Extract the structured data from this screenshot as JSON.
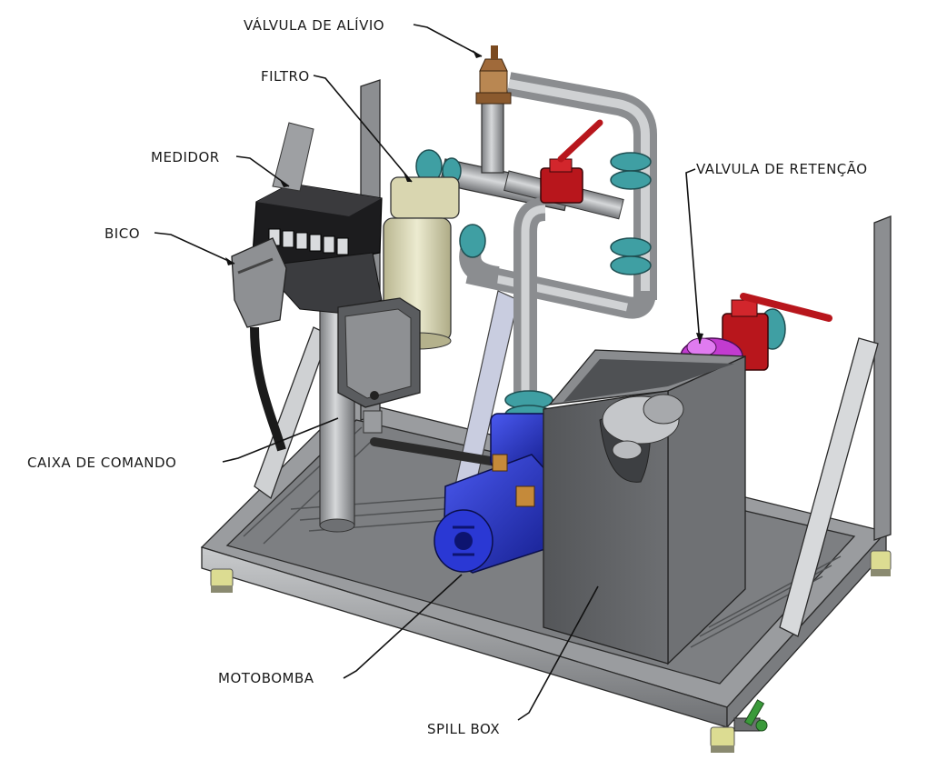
{
  "labels": {
    "valvula_alivio": "VÁLVULA DE ALÍVIO",
    "filtro": "FILTRO",
    "medidor": "MEDIDOR",
    "bico": "BICO",
    "valvula_retencao": "VALVULA DE RETENÇÃO",
    "caixa_comando": "CAIXA DE COMANDO",
    "motobomba": "MOTOBOMBA",
    "spill_box": "SPILL BOX"
  },
  "colors": {
    "steel": "#8e9093",
    "steel_light": "#b8babd",
    "steel_dark": "#5c5e61",
    "pipe": "#a7a9ac",
    "flange": "#3f9fa3",
    "red_valve": "#b8161c",
    "magenta_valve": "#c23bd0",
    "motor_blue": "#2332c8",
    "filter_beige": "#d9d6b0",
    "meter_black": "#1c1c1e",
    "relief_bronze": "#a06a3a",
    "foot_yellow": "#d8d88c",
    "drain_green": "#3a9a3a"
  }
}
